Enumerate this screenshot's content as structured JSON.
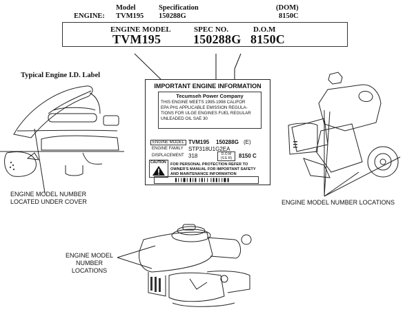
{
  "header": {
    "engine_label": "ENGINE:",
    "columns": [
      {
        "label": "Model",
        "value": "TVM195"
      },
      {
        "label": "Specification",
        "value": "150288G"
      },
      {
        "label": "(DOM)",
        "value": "8150C"
      }
    ]
  },
  "id_box": {
    "fields": [
      {
        "label": "ENGINE MODEL",
        "value": "TVM195"
      },
      {
        "label": "SPEC NO.",
        "value": "150288G"
      },
      {
        "label": "D.O.M",
        "value": "8150C"
      }
    ]
  },
  "typical_label_title": "Typical Engine I.D. Label",
  "label_card": {
    "title": "IMPORTANT ENGINE INFORMATION",
    "company": "Tecumseh Power Company",
    "emission_lines": [
      "THIS ENGINE MEETS 1995-1998 CALIFOR",
      "EPA PH1 APPLICABLE EMISSION REGULA-",
      "TIONS FOR ULGE ENGINES FUEL REGULAR",
      "UNLEADED OIL SAE 30"
    ],
    "rows": [
      {
        "label": "ENGINE MODEL",
        "value": "TVM195",
        "extra": "150288G",
        "suffix": "(E)"
      },
      {
        "label": "ENGINE FAMILY",
        "value": "STP318U1G2EA"
      },
      {
        "label": "DISPLACEMENT",
        "value": "318",
        "dom_label": "D.O.M",
        "ser_label": "(S E R)",
        "dom_value": "8150 C"
      }
    ],
    "caution_label": "CAUTION",
    "caution_lines": [
      "FOR PERSONAL PROTECTION REFER TO",
      "OWNER'S MANUAL FOR IMPORTANT SAFETY",
      "AND MAINTENANCE INFORMATION"
    ]
  },
  "callouts": {
    "left": [
      "ENGINE MODEL NUMBER",
      "LOCATED UNDER COVER"
    ],
    "right": "ENGINE MODEL NUMBER LOCATIONS",
    "bottom": [
      "ENGINE MODEL",
      "NUMBER",
      "LOCATIONS"
    ]
  }
}
